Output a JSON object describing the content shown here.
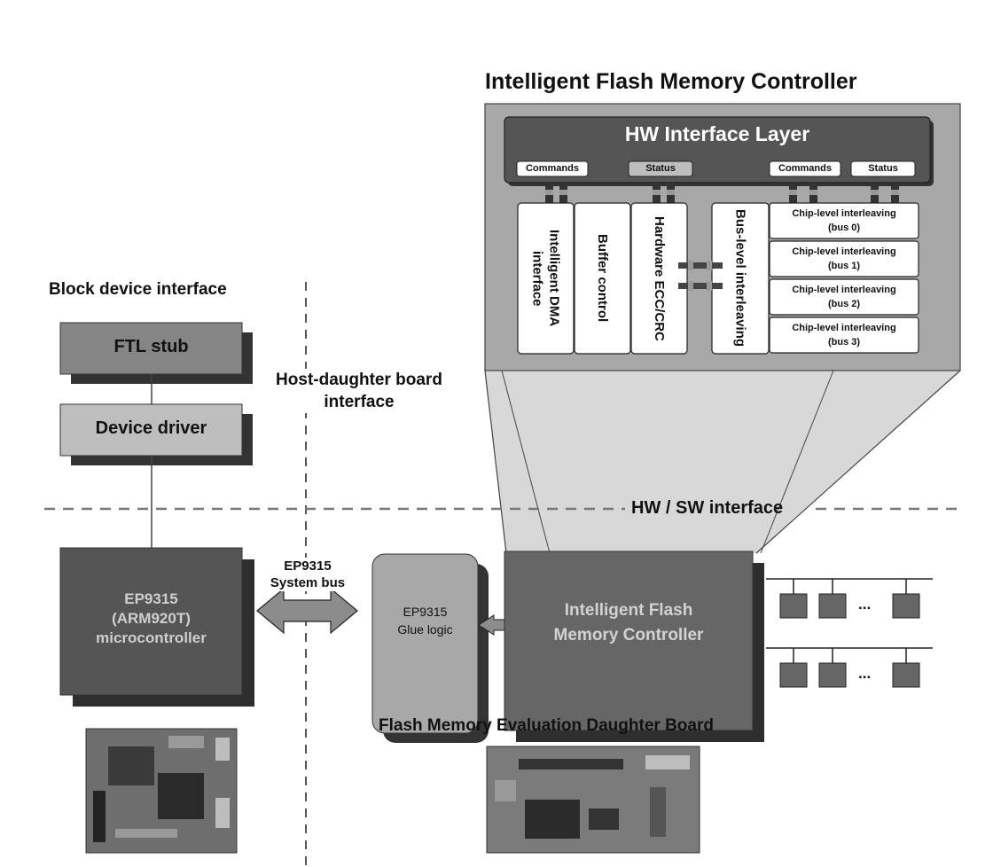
{
  "controller_title": "Intelligent Flash Memory Controller",
  "hw_interface_layer": {
    "title": "HW Interface Layer",
    "ports": [
      "Commands",
      "Status",
      "Commands",
      "Status"
    ]
  },
  "modules": {
    "dma": "Intelligent DMA interface",
    "buffer": "Buffer control",
    "ecc": "Hardware ECC/CRC",
    "bus_interleaving": "Bus-level interleaving",
    "chip_interleaving": [
      {
        "line1": "Chip-level interleaving",
        "line2": "(bus 0)"
      },
      {
        "line1": "Chip-level interleaving",
        "line2": "(bus 1)"
      },
      {
        "line1": "Chip-level interleaving",
        "line2": "(bus 2)"
      },
      {
        "line1": "Chip-level interleaving",
        "line2": "(bus 3)"
      }
    ]
  },
  "block_device_interface": "Block device interface",
  "ftl_stub": "FTL stub",
  "device_driver": "Device driver",
  "host_daughter_interface": {
    "line1": "Host-daughter board",
    "line2": "interface"
  },
  "hw_sw_interface": "HW / SW interface",
  "microcontroller": {
    "line1": "EP9315",
    "line2": "(ARM920T)",
    "line3": "microcontroller"
  },
  "system_bus": {
    "line1": "EP9315",
    "line2": "System bus"
  },
  "glue_logic": {
    "line1": "EP9315",
    "line2": "Glue logic"
  },
  "ifmc": {
    "line1": "Intelligent Flash",
    "line2": "Memory Controller"
  },
  "flash_ellipsis": "...",
  "daughter_board_label": "Flash Memory Evaluation Daughter Board",
  "colors": {
    "controller_panel": "#a8a8a8",
    "dark_box": "#555555",
    "mid_box": "#858585",
    "light_box": "#bebebe",
    "funnel": "#d8d8d8",
    "pcb": "#6e6e6e"
  }
}
